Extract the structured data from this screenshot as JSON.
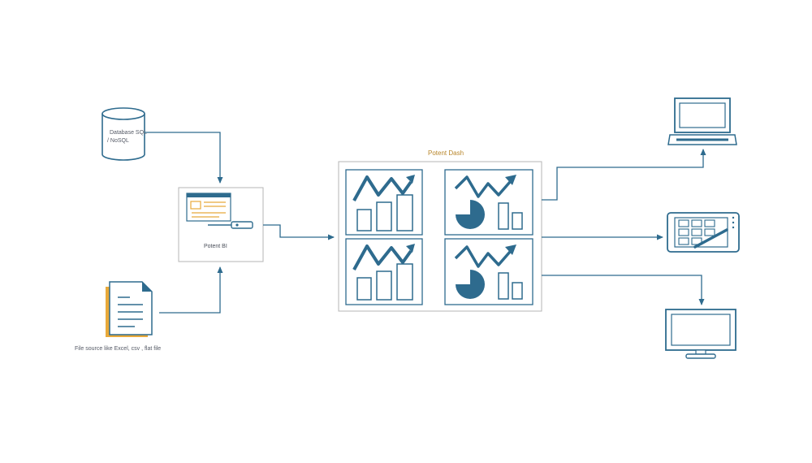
{
  "nodes": {
    "database": {
      "label_line1": "Database SQL",
      "label_line2": "/ NoSQL"
    },
    "file_source": {
      "label": "File source like Excel, csv , flat file"
    },
    "potent_bi": {
      "label": "Potent BI"
    },
    "potent_dash": {
      "title": "Potent Dash"
    }
  },
  "colors": {
    "primary": "#2e6b8e",
    "accent": "#e8a93a",
    "border": "#b5b5b5",
    "title": "#b8862a"
  },
  "icons": [
    "database-icon",
    "document-icon",
    "dashboard-window-icon",
    "laptop-icon",
    "tablet-icon",
    "monitor-icon"
  ]
}
